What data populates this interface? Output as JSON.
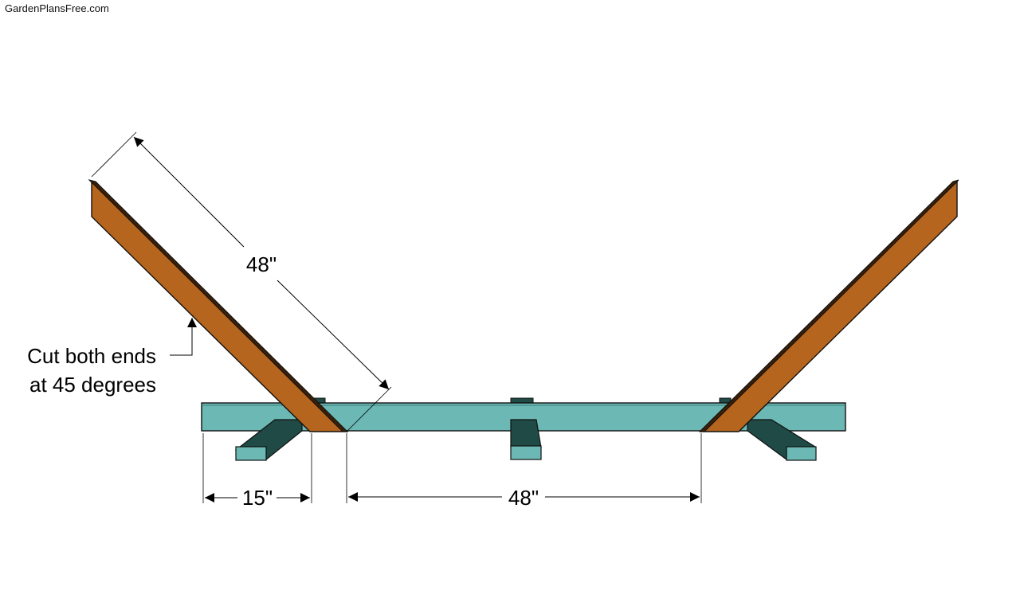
{
  "watermark": "GardenPlansFree.com",
  "dimensions": {
    "diagonal_label": "48\"",
    "bottom_left_label": "15\"",
    "bottom_center_label": "48\""
  },
  "note": {
    "line1": "Cut both ends",
    "line2": "at 45 degrees"
  },
  "colors": {
    "arm_wood": "#b5651d",
    "base_beam": "#6bb8b4",
    "foot_dark": "#1f4a45",
    "foot_light": "#6bb8b4",
    "outline": "#111111"
  }
}
